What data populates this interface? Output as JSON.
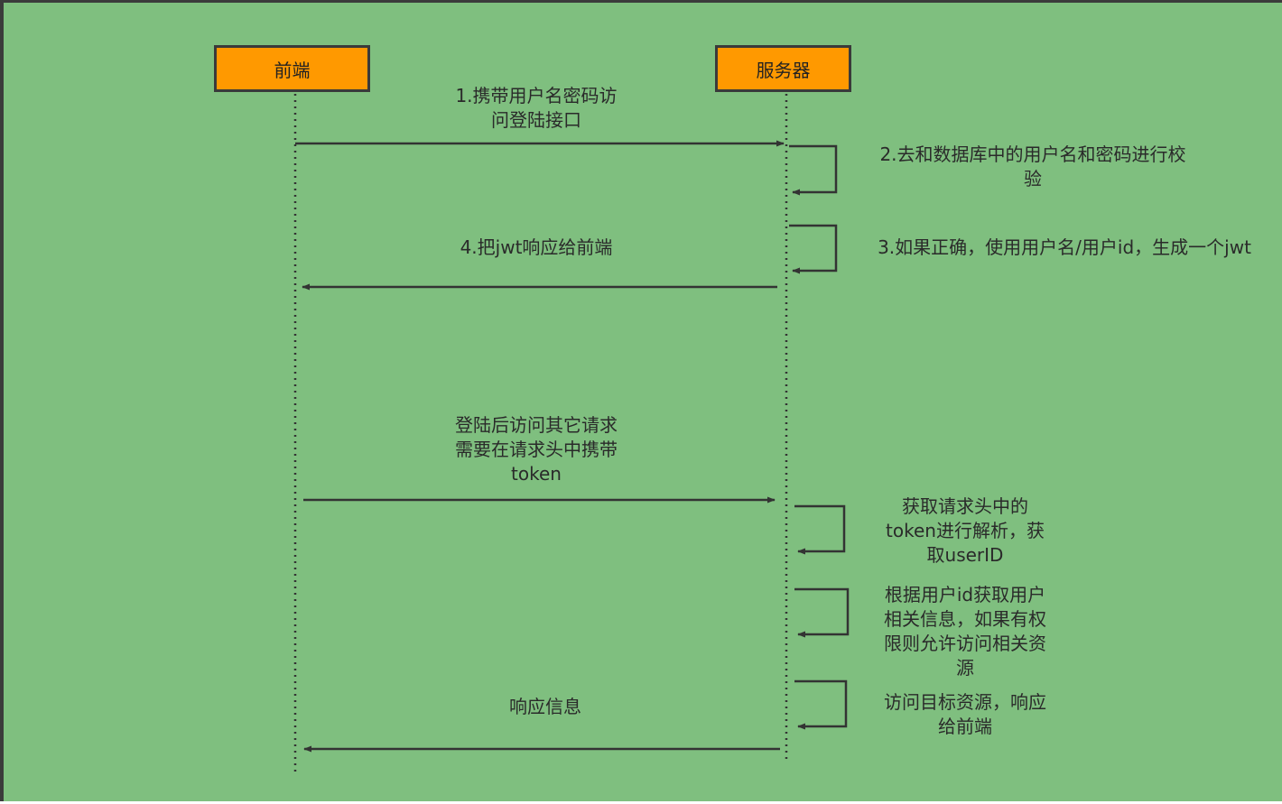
{
  "diagram": {
    "colors": {
      "background": "#7fbf7f",
      "participant_fill": "#ff9900",
      "stroke": "#333333"
    },
    "participants": [
      {
        "id": "frontend",
        "label": "前端"
      },
      {
        "id": "server",
        "label": "服务器"
      }
    ],
    "messages": [
      {
        "id": "m1",
        "from": "frontend",
        "to": "server",
        "text": "1.携带用户名密码访\n问登陆接口"
      },
      {
        "id": "m2",
        "from": "server",
        "to": "server",
        "text": "2.去和数据库中的用户名和密码进行校\n验"
      },
      {
        "id": "m3",
        "from": "server",
        "to": "server",
        "text": "3.如果正确，使用用户名/用户id，生成一个jwt"
      },
      {
        "id": "m4",
        "from": "server",
        "to": "frontend",
        "text": "4.把jwt响应给前端"
      },
      {
        "id": "m5",
        "from": "frontend",
        "to": "server",
        "text": "登陆后访问其它请求\n需要在请求头中携带\ntoken"
      },
      {
        "id": "m6",
        "from": "server",
        "to": "server",
        "text": "获取请求头中的\ntoken进行解析，获\n取userID"
      },
      {
        "id": "m7",
        "from": "server",
        "to": "server",
        "text": "根据用户id获取用户\n相关信息，如果有权\n限则允许访问相关资\n源"
      },
      {
        "id": "m8",
        "from": "server",
        "to": "server",
        "text": "访问目标资源，响应\n给前端"
      },
      {
        "id": "m9",
        "from": "server",
        "to": "frontend",
        "text": "响应信息"
      }
    ]
  }
}
